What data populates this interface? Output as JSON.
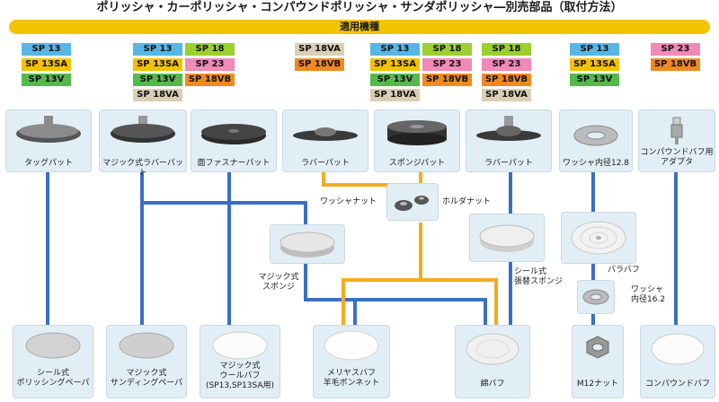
{
  "title": "ポリッシャ・カーポリッシャ・コンパウンドポリッシャ・サンダポリッシャ―別売部品（取付方法）",
  "header_bar": "適用機種",
  "colors": {
    "blue_line": "#3a6fc4",
    "orange_line": "#f2ab22",
    "card_bg": "#e2eef6"
  },
  "model_groups": [
    [
      "SP 13",
      "SP 13SA",
      "SP 13V"
    ],
    [
      "SP 13",
      "SP 18",
      "SP 13SA",
      "SP 23",
      "SP 13V",
      "SP 18VB",
      "SP 18VA"
    ],
    [
      "SP 18VA",
      "SP 18VB"
    ],
    [
      "SP 13",
      "SP 18",
      "SP 13SA",
      "SP 23",
      "SP 13V",
      "SP 18VB",
      "SP 18VA"
    ],
    [
      "SP 18",
      "SP 23",
      "SP 18VB",
      "SP 18VA"
    ],
    [
      "SP 13",
      "SP 13SA",
      "SP 13V"
    ],
    [
      "SP 23",
      "SP 18VB"
    ]
  ],
  "top_parts": [
    "タッグパット",
    "マジック式ラバーパット",
    "面ファスナーパット",
    "ラバーパット",
    "スポンジパット",
    "ラバーパット",
    "ワッシャ内径12.8",
    "コンパウンドバフ用\nアダプタ"
  ],
  "middle_parts": {
    "washer_nut": "ワッシャナット",
    "holder_nut": "ホルダナット",
    "magic_sponge": "マジック式\nスポンジ",
    "seal_sponge": "シール式\n張替スポンジ",
    "bara_buff": "バラバフ",
    "washer_162": "ワッシャ\n内径16.2"
  },
  "bottom_parts": [
    "シール式\nポリッシングペーパ",
    "マジック式\nサンディングペーパ",
    "マジック式\nウールバフ\n(SP13,SP13SA用)",
    "メリヤスバフ\n羊毛ボンネット",
    "綿バフ",
    "M12ナット",
    "コンパウンドバフ"
  ]
}
